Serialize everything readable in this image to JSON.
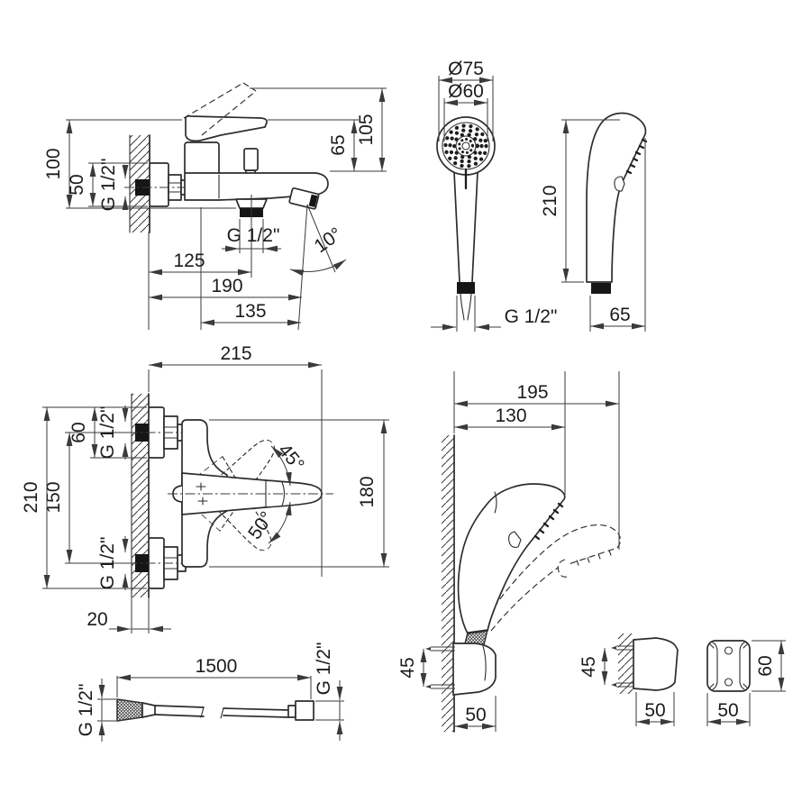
{
  "colors": {
    "background": "#ffffff",
    "object_line": "#2d2d2d",
    "dimension_line": "#3a3a3a",
    "text": "#1b1b1b",
    "dark_fill": "#161616"
  },
  "views": {
    "mixer_side": {
      "title": "bath mixer side view",
      "dims": {
        "height_100": "100",
        "plate_50": "50",
        "inlet_thread": "G 1/2\"",
        "handle_65": "65",
        "height_105": "105",
        "outlet_thread": "G 1/2\"",
        "depth_125": "125",
        "depth_190": "190",
        "depth_135": "135",
        "spout_angle": "10°"
      }
    },
    "shower_front": {
      "title": "hand shower front view",
      "dims": {
        "d75": "Ø75",
        "d60": "Ø60",
        "hose_thread": "G 1/2\""
      }
    },
    "shower_side": {
      "title": "hand shower side view",
      "dims": {
        "length_210": "210",
        "depth_65": "65"
      }
    },
    "mixer_top": {
      "title": "bath mixer top view",
      "dims": {
        "width_215": "215",
        "plate_60": "60",
        "inlet_thread_top": "G 1/2\"",
        "centers_150": "150",
        "height_210": "210",
        "inlet_thread_bottom": "G 1/2\"",
        "angle_up": "45°",
        "angle_down": "50°",
        "body_180": "180",
        "wall_20": "20"
      }
    },
    "hose": {
      "title": "shower hose",
      "dims": {
        "length_1500": "1500",
        "thread_left": "G 1/2\"",
        "thread_right": "G 1/2\""
      }
    },
    "holder_assembly": {
      "title": "wall holder with hand shower",
      "dims": {
        "reach_195": "195",
        "reach_130": "130",
        "screws_45": "45",
        "depth_50": "50"
      }
    },
    "holder_side": {
      "title": "wall holder side view",
      "dims": {
        "screws_45": "45",
        "depth_50": "50"
      }
    },
    "holder_front": {
      "title": "wall holder front view",
      "dims": {
        "height_60": "60",
        "width_50": "50"
      }
    }
  }
}
